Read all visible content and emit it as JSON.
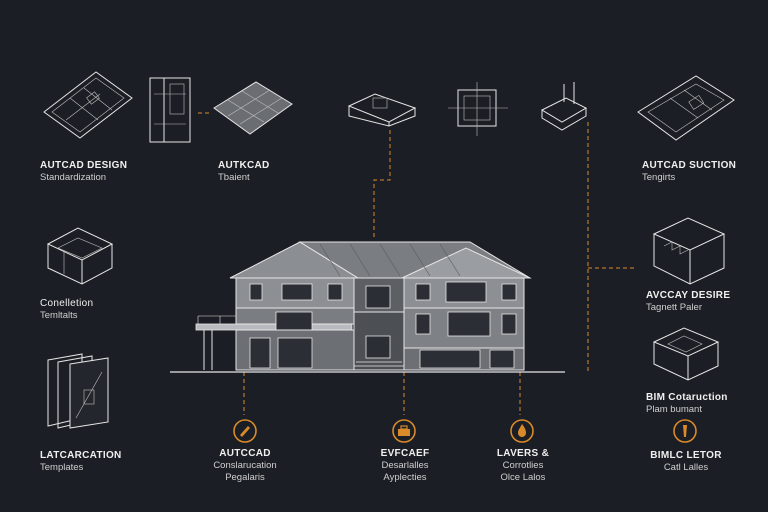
{
  "colors": {
    "background": "#1b1e24",
    "accent": "#d98a2b",
    "line": "#e6e6e6"
  },
  "left_items": [
    {
      "title": "AUTCAD DESIGN",
      "subtitle": "Standardization"
    },
    {
      "title": "AUTKCAD",
      "subtitle": "Tbaient"
    },
    {
      "title": "Conelletion",
      "subtitle": "Temltalts"
    },
    {
      "title": "LATCARCATION",
      "subtitle": "Templates"
    }
  ],
  "right_items": [
    {
      "title": "AUTCAD SUCTION",
      "subtitle": "Tengirts"
    },
    {
      "title": "AVCCAY DESIRE",
      "subtitle": "Tagnett Paler"
    },
    {
      "title": "BIM Cotaruction",
      "subtitle": "Plam bumant"
    },
    {
      "title": "BIMLC LETOR",
      "subtitle": "Catl Lalles"
    }
  ],
  "bottom_items": [
    {
      "title": "AUTCCAD",
      "subtitle": "Conslarucation",
      "line3": "Pegalaris",
      "icon": "pencil-icon"
    },
    {
      "title": "EVFCAEF",
      "subtitle": "Desarlalles",
      "line3": "Ayplecties",
      "icon": "toolbox-icon"
    },
    {
      "title": "LAVERS &",
      "subtitle": "Corrotlies",
      "line3": "Olce Lalos",
      "icon": "flame-icon"
    }
  ]
}
